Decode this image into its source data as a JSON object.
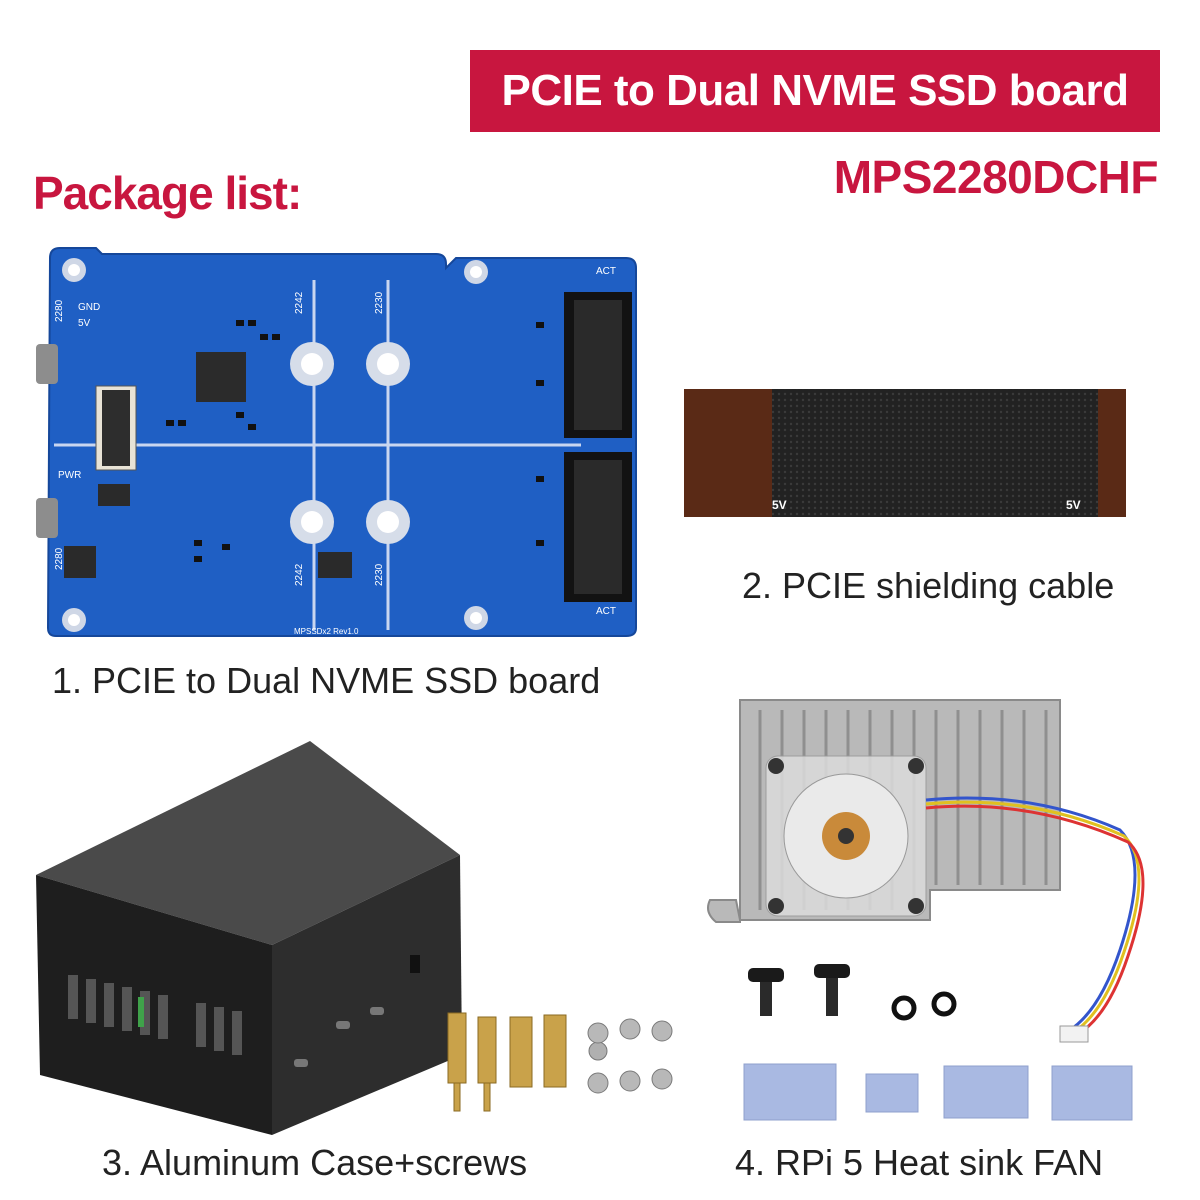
{
  "banner": {
    "title": "PCIE to Dual NVME SSD board"
  },
  "model": "MPS2280DCHF",
  "package_heading": "Package list:",
  "items": [
    {
      "label": "1. PCIE to Dual NVME SSD board"
    },
    {
      "label": "2. PCIE shielding cable"
    },
    {
      "label": "3. Aluminum Case+screws"
    },
    {
      "label": "4. RPi 5 Heat sink FAN"
    }
  ],
  "board_silkscreen": {
    "gnd": "GND",
    "v5": "5V",
    "pwr": "PWR",
    "act": "ACT",
    "size_2280": "2280",
    "size_2242": "2242",
    "size_2230": "2230",
    "revision": "MPSSDx2 Rev1.0"
  },
  "cable_labels": {
    "left": "5V",
    "right": "5V"
  },
  "colors": {
    "accent": "#c8163f",
    "pcb": "#1f5fc4",
    "cable": "#5a2a16"
  }
}
